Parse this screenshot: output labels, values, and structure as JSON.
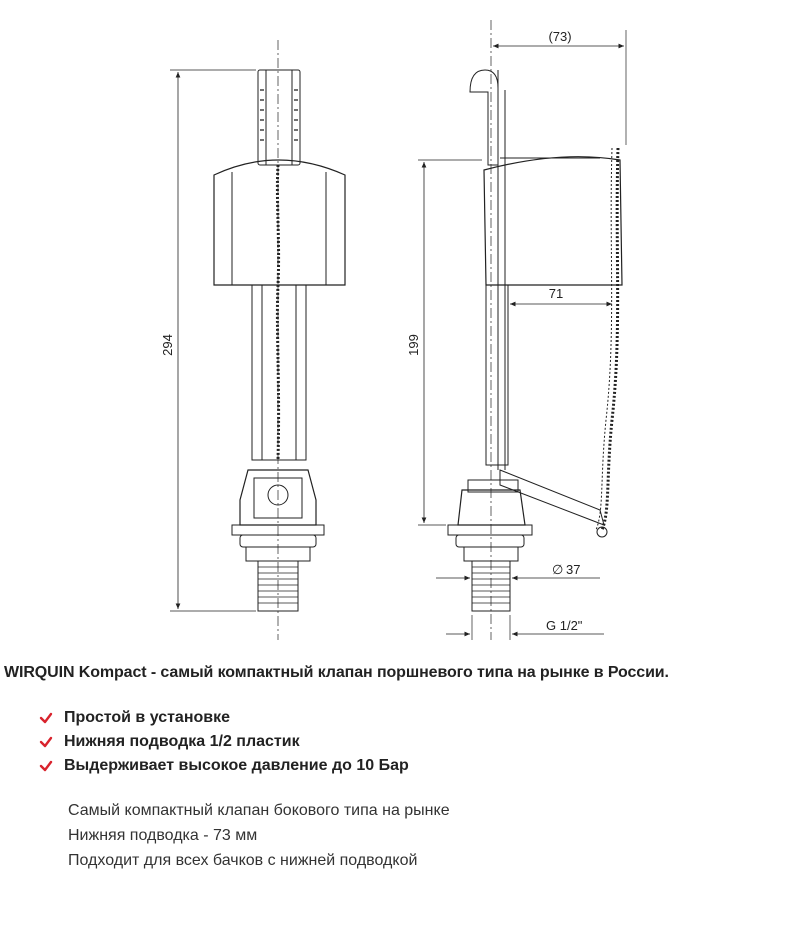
{
  "drawing": {
    "dimensions": {
      "total_height": "294",
      "min_height": "199",
      "depth": "(73)",
      "arm_length": "71",
      "diameter": "37",
      "diameter_symbol": "∅",
      "thread": "G 1/2\""
    }
  },
  "headline": "WIRQUIN Kompact - самый компактный клапан поршневого типа на рынке в России.",
  "features": [
    "Простой в установке",
    "Нижняя подводка 1/2 пластик",
    "Выдерживает высокое давление до 10 Бар"
  ],
  "description": [
    "Самый компактный клапан бокового типа на рынке",
    "Нижняя подводка - 73 мм",
    "Подходит для всех бачков с нижней подводкой"
  ],
  "colors": {
    "check": "#d9232d",
    "line": "#222222"
  }
}
